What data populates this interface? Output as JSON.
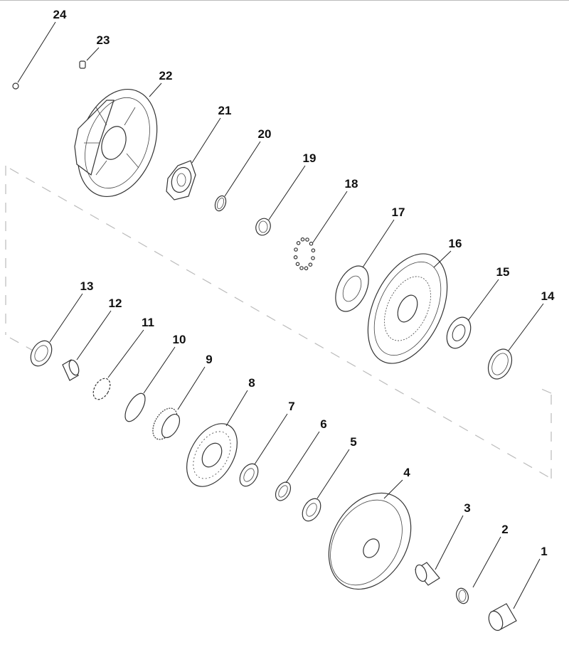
{
  "diagram": {
    "type": "exploded-parts-view",
    "callouts": [
      "1",
      "2",
      "3",
      "4",
      "5",
      "6",
      "7",
      "8",
      "9",
      "10",
      "11",
      "12",
      "13",
      "14",
      "15",
      "16",
      "17",
      "18",
      "19",
      "20",
      "21",
      "22",
      "23",
      "24"
    ]
  }
}
